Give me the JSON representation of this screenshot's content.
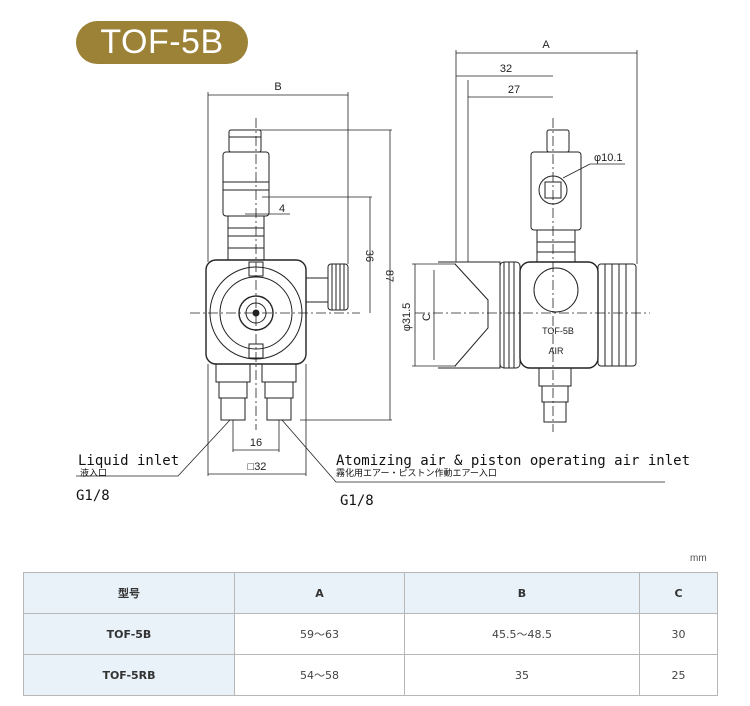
{
  "title": {
    "text": "TOF-5B"
  },
  "colors": {
    "badge_bg": "#9b8237",
    "header_bg": "#e8f2f8",
    "line": "#222222"
  },
  "drawing": {
    "dims": {
      "B": "B",
      "d4": "4",
      "d36": "36",
      "d87": "87",
      "d16": "16",
      "box32": "□32",
      "A": "A",
      "d32": "32",
      "d27": "27",
      "phi101": "φ10.1",
      "phi315": "φ31.5",
      "C": "C"
    },
    "body_text": {
      "model": "TOF-5B",
      "air": "AIR"
    },
    "labels": {
      "liquid_en": "Liquid inlet",
      "liquid_jp": "液入口",
      "liquid_thread": "G1/8",
      "air_en": "Atomizing air & piston operating air inlet",
      "air_jp": "霧化用エアー・ピストン作動エアー入口",
      "air_thread": "G1/8"
    }
  },
  "unit": "mm",
  "table": {
    "headers": [
      "型号",
      "A",
      "B",
      "C"
    ],
    "rows": [
      {
        "model": "TOF-5B",
        "a": "59～63",
        "b": "45.5～48.5",
        "c": "30"
      },
      {
        "model": "TOF-5RB",
        "a": "54～58",
        "b": "35",
        "c": "25"
      }
    ]
  }
}
